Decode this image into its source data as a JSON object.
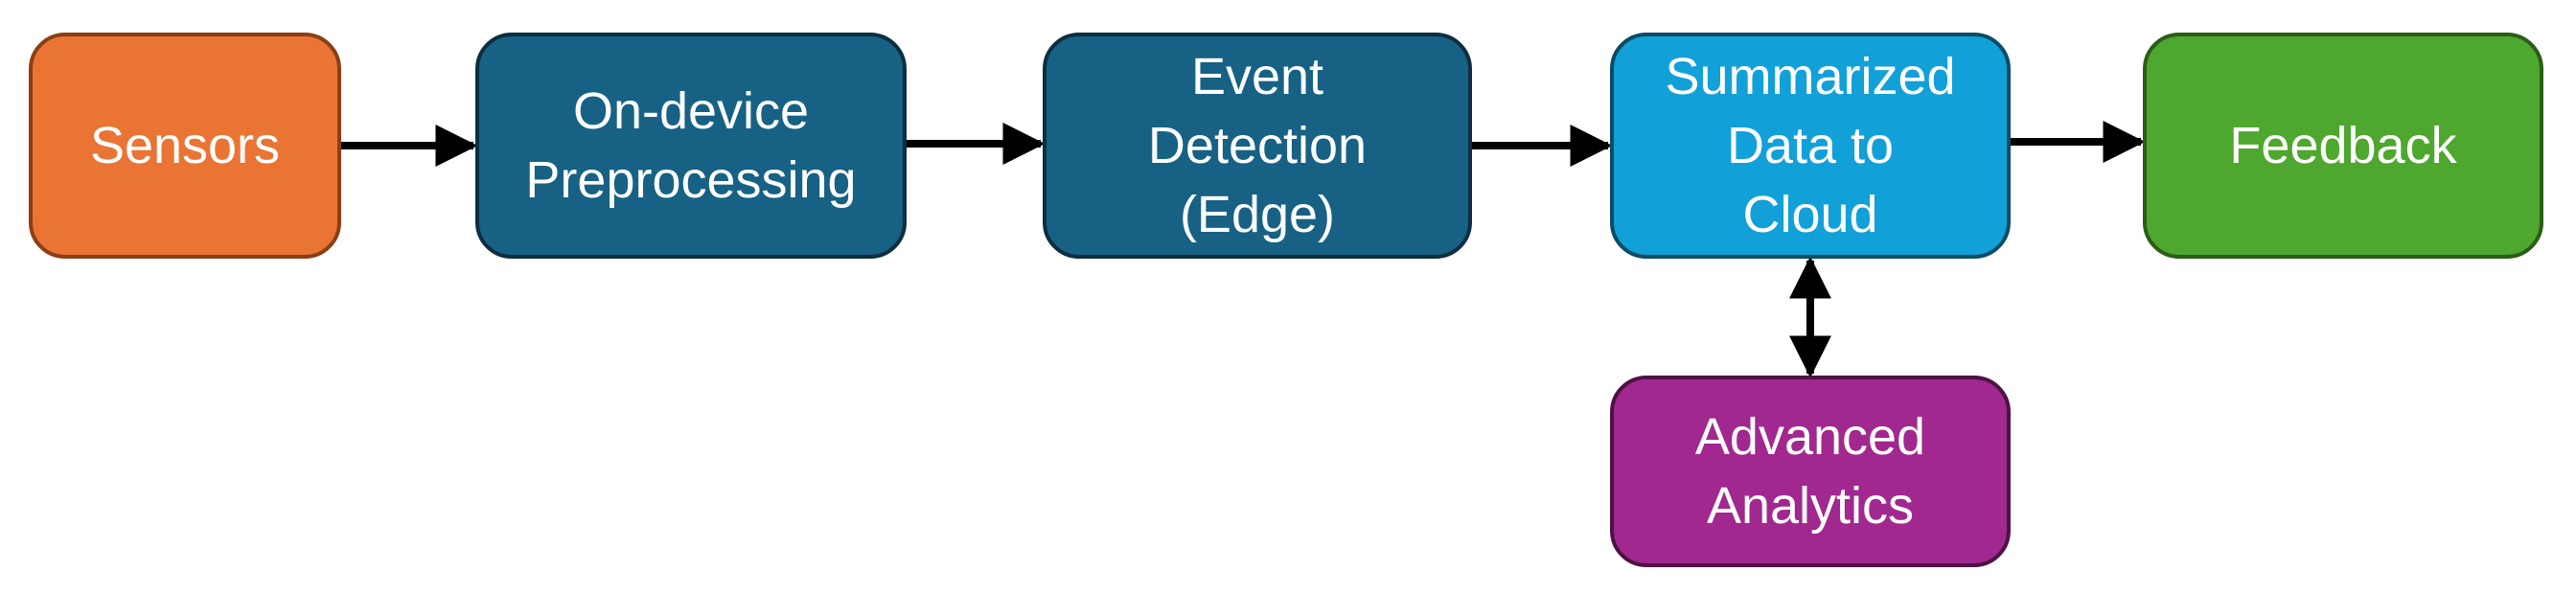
{
  "diagram": {
    "nodes": [
      {
        "id": "sensors",
        "label": "Sensors",
        "color": "#ea7434"
      },
      {
        "id": "preprocessing",
        "label": "On-device\nPreprocessing",
        "color": "#176184"
      },
      {
        "id": "event_detection",
        "label": "Event\nDetection\n(Edge)",
        "color": "#176184"
      },
      {
        "id": "cloud",
        "label": "Summarized\nData to\nCloud",
        "color": "#11a0d8"
      },
      {
        "id": "feedback",
        "label": "Feedback",
        "color": "#4ea72e"
      },
      {
        "id": "analytics",
        "label": "Advanced\nAnalytics",
        "color": "#a0288f"
      }
    ],
    "edges": [
      {
        "from": "sensors",
        "to": "preprocessing",
        "direction": "forward"
      },
      {
        "from": "preprocessing",
        "to": "event_detection",
        "direction": "forward"
      },
      {
        "from": "event_detection",
        "to": "cloud",
        "direction": "forward"
      },
      {
        "from": "cloud",
        "to": "feedback",
        "direction": "forward"
      },
      {
        "from": "cloud",
        "to": "analytics",
        "direction": "bidirectional"
      }
    ]
  }
}
